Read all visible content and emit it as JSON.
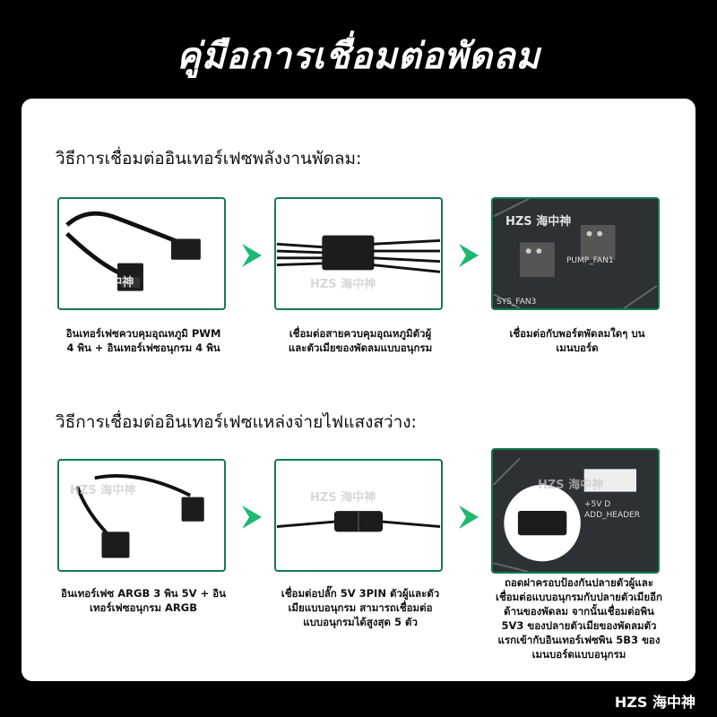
{
  "title": "คู่มือการเชื่อมต่อพัดลม",
  "sections": [
    {
      "heading": "วิธีการเชื่อมต่ออินเทอร์เฟซพลังงานพัดลม:",
      "captions": [
        "อินเทอร์เฟซควบคุมอุณหภูมิ PWM\n4 พิน + อินเทอร์เฟซอนุกรม 4 พิน",
        "เชื่อมต่อสายควบคุมอุณหภูมิตัวผู้\nและตัวเมียของพัดลมแบบอนุกรม",
        "เชื่อมต่อกับพอร์ตพัดลมใดๆ บน\nเมนบอร์ด"
      ],
      "board_labels": [
        "SYS_FAN3",
        "PUMP_FAN1"
      ]
    },
    {
      "heading": "วิธีการเชื่อมต่ออินเทอร์เฟซแหล่งจ่ายไฟแสงสว่าง:",
      "captions": [
        "อินเทอร์เฟซ ARGB 3 พิน 5V + อิน\nเทอร์เฟซอนุกรม ARGB",
        "เชื่อมต่อปลั๊ก 5V 3PIN ตัวผู้และตัว\nเมียแบบอนุกรม สามารถเชื่อมต่อ\nแบบอนุกรมได้สูงสุด 5 ตัว",
        "ถอดฝาครอบป้องกันปลายตัวผู้และ\nเชื่อมต่อแบบอนุกรมกับปลายตัวเมียอีก\nด้านของพัดลม จากนั้นเชื่อมต่อพิน\n5V3 ของปลายตัวเมียของพัดลมตัว\nแรกเข้ากับอินเทอร์เฟซพิน 5B3 ของ\nเมนบอร์ดแบบอนุกรม"
      ],
      "board_labels": [
        "+5V D",
        "ADD_HEADER"
      ]
    }
  ],
  "watermark": "HZS 海中神",
  "colors": {
    "accent": "#1db872",
    "frame": "#157a4f"
  }
}
